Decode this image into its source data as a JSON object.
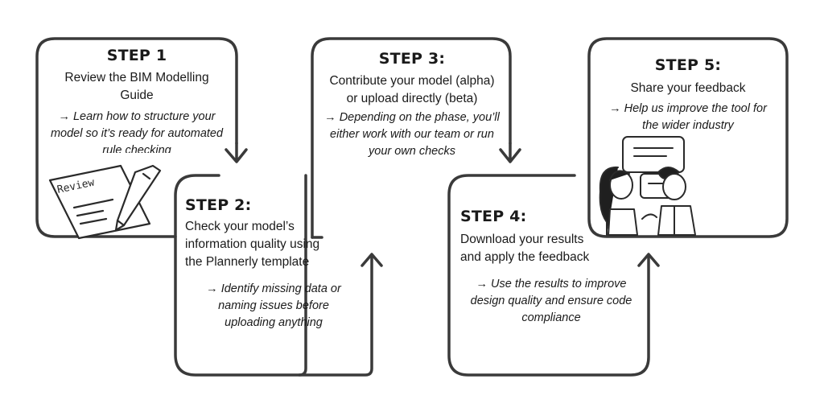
{
  "steps": [
    {
      "title": "STEP 1",
      "subtitle": "Review the BIM Modelling Guide",
      "note": "→ Learn how to structure your model so it’s ready for automated rule checking",
      "illustration": "review-paper-and-pen",
      "illustration_text": "Review"
    },
    {
      "title": "STEP 2:",
      "subtitle": "Check your model’s information quality using the Plannerly template",
      "note": "→ Identify missing data or naming issues before uploading anything"
    },
    {
      "title": "STEP 3:",
      "subtitle": "Contribute your model (alpha) or upload directly (beta)",
      "note": "→ Depending on the phase, you’ll either work with our team or run your own checks"
    },
    {
      "title": "STEP 4:",
      "subtitle": "Download your results and apply the feedback",
      "note": "→ Use the results to improve design quality and ensure code compliance"
    },
    {
      "title": "STEP 5:",
      "subtitle": "Share your feedback",
      "note": "→ Help us improve the tool for the wider industry",
      "illustration": "two-people-conversation"
    }
  ],
  "colors": {
    "stroke": "#3a3a3a",
    "text": "#1a1a1a",
    "background": "#ffffff"
  }
}
